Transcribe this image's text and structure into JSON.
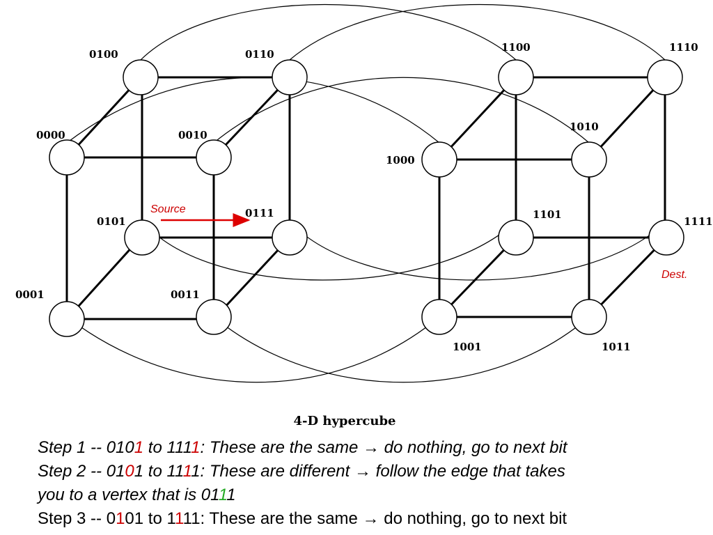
{
  "caption": "4-D hypercube",
  "source_label": "Source",
  "dest_label": "Dest.",
  "colors": {
    "highlight": "#cc0000",
    "match": "#22aa22",
    "arrow": "#dd0000"
  },
  "nodes": [
    {
      "id": "0100",
      "label": "0100"
    },
    {
      "id": "0110",
      "label": "0110"
    },
    {
      "id": "0000",
      "label": "0000"
    },
    {
      "id": "0010",
      "label": "0010"
    },
    {
      "id": "0101",
      "label": "0101"
    },
    {
      "id": "0111",
      "label": "0111"
    },
    {
      "id": "0001",
      "label": "0001"
    },
    {
      "id": "0011",
      "label": "0011"
    },
    {
      "id": "1100",
      "label": "1100"
    },
    {
      "id": "1110",
      "label": "1110"
    },
    {
      "id": "1000",
      "label": "1000"
    },
    {
      "id": "1010",
      "label": "1010"
    },
    {
      "id": "1101",
      "label": "1101"
    },
    {
      "id": "1111",
      "label": "1111"
    },
    {
      "id": "1001",
      "label": "1001"
    },
    {
      "id": "1011",
      "label": "1011"
    }
  ],
  "steps": {
    "s1": {
      "a": "Step 1 -- 010",
      "b": "1",
      "c": " to 111",
      "d": "1",
      "e": ": These are the same → do nothing, go to next bit"
    },
    "s2": {
      "a": "Step 2 -- 01",
      "b": "0",
      "c": "1 to 11",
      "d": "1",
      "e": "1: These are different → follow the edge that takes"
    },
    "s2b": {
      "a": "you to a vertex that is 01",
      "b": "1",
      "c": "1"
    },
    "s3": {
      "a": "Step 3 -- 0",
      "b": "1",
      "c": "01 to 1",
      "d": "1",
      "e": "11: These are the same → do nothing, go to next bit"
    }
  }
}
